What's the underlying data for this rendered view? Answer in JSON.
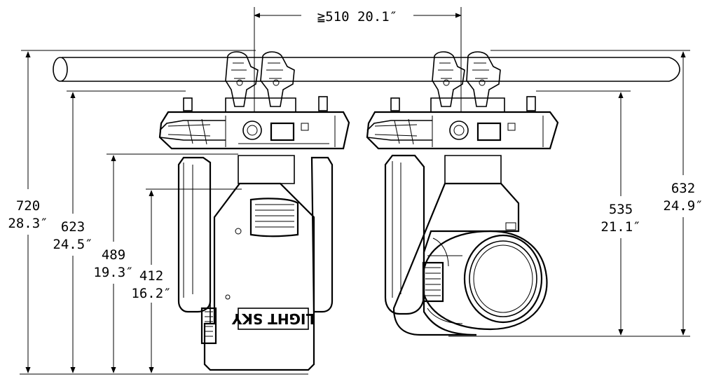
{
  "diagram": {
    "dimensions": {
      "width_top": "≧510  20.1″",
      "d720": {
        "mm": "720",
        "in": "28.3″"
      },
      "d623": {
        "mm": "623",
        "in": "24.5″"
      },
      "d489": {
        "mm": "489",
        "in": "19.3″"
      },
      "d412": {
        "mm": "412",
        "in": "16.2″"
      },
      "d535": {
        "mm": "535",
        "in": "21.1″"
      },
      "d632": {
        "mm": "632",
        "in": "24.9″"
      }
    },
    "logo_text": "LIGHT SKY"
  }
}
